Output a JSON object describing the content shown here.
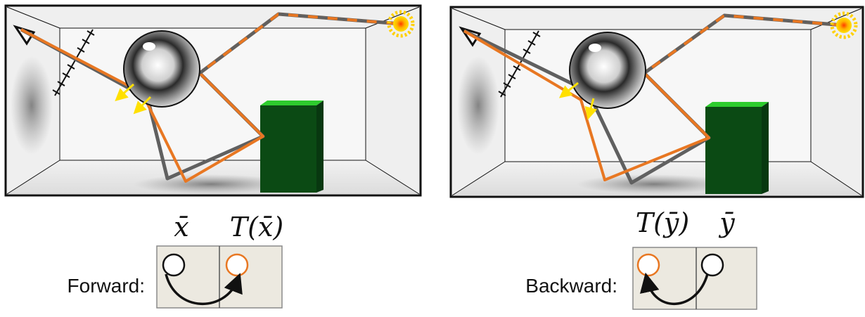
{
  "forward": {
    "label": "Forward:",
    "left_symbol": "x̄",
    "right_symbol": "T(x̄)"
  },
  "backward": {
    "label": "Backward:",
    "left_symbol": "T(ȳ)",
    "right_symbol": "ȳ"
  },
  "colors": {
    "path_orange": "#e87722",
    "path_gray": "#606060",
    "box_green": "#0b4a14",
    "arrow_yellow": "#ffe000",
    "state_box_fill": "#ece9e0",
    "room_wall": "#efefef"
  }
}
